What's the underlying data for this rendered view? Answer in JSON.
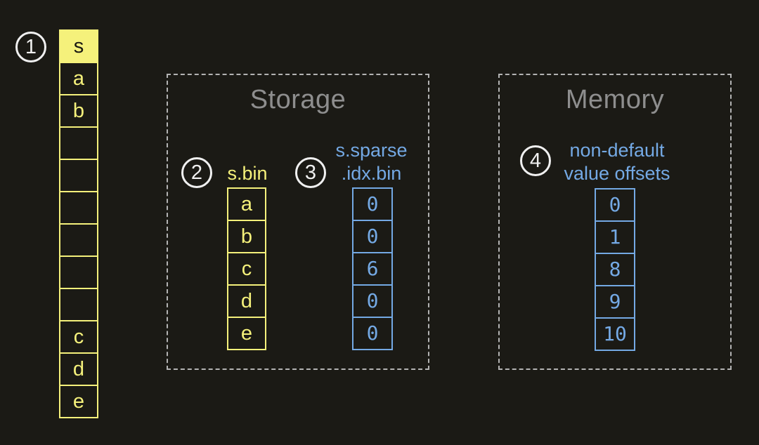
{
  "colors": {
    "background": "#1b1a15",
    "accent_yellow": "#f5f17b",
    "accent_blue": "#74a9e4",
    "title_gray": "#8e8e8e",
    "badge_white": "#f0f0f0"
  },
  "array": {
    "badge": "1",
    "cells": [
      "s",
      "a",
      "b",
      "",
      "",
      "",
      "",
      "",
      "",
      "c",
      "d",
      "e"
    ]
  },
  "storage": {
    "title": "Storage",
    "values_file": {
      "badge": "2",
      "label": "s.bin",
      "cells": [
        "a",
        "b",
        "c",
        "d",
        "e"
      ]
    },
    "index_file": {
      "badge": "3",
      "label_line1": "s.sparse",
      "label_line2": ".idx.bin",
      "cells": [
        "0",
        "0",
        "6",
        "0",
        "0"
      ]
    }
  },
  "memory": {
    "title": "Memory",
    "offsets": {
      "badge": "4",
      "label_line1": "non-default",
      "label_line2": "value offsets",
      "cells": [
        "0",
        "1",
        "8",
        "9",
        "10"
      ]
    }
  }
}
